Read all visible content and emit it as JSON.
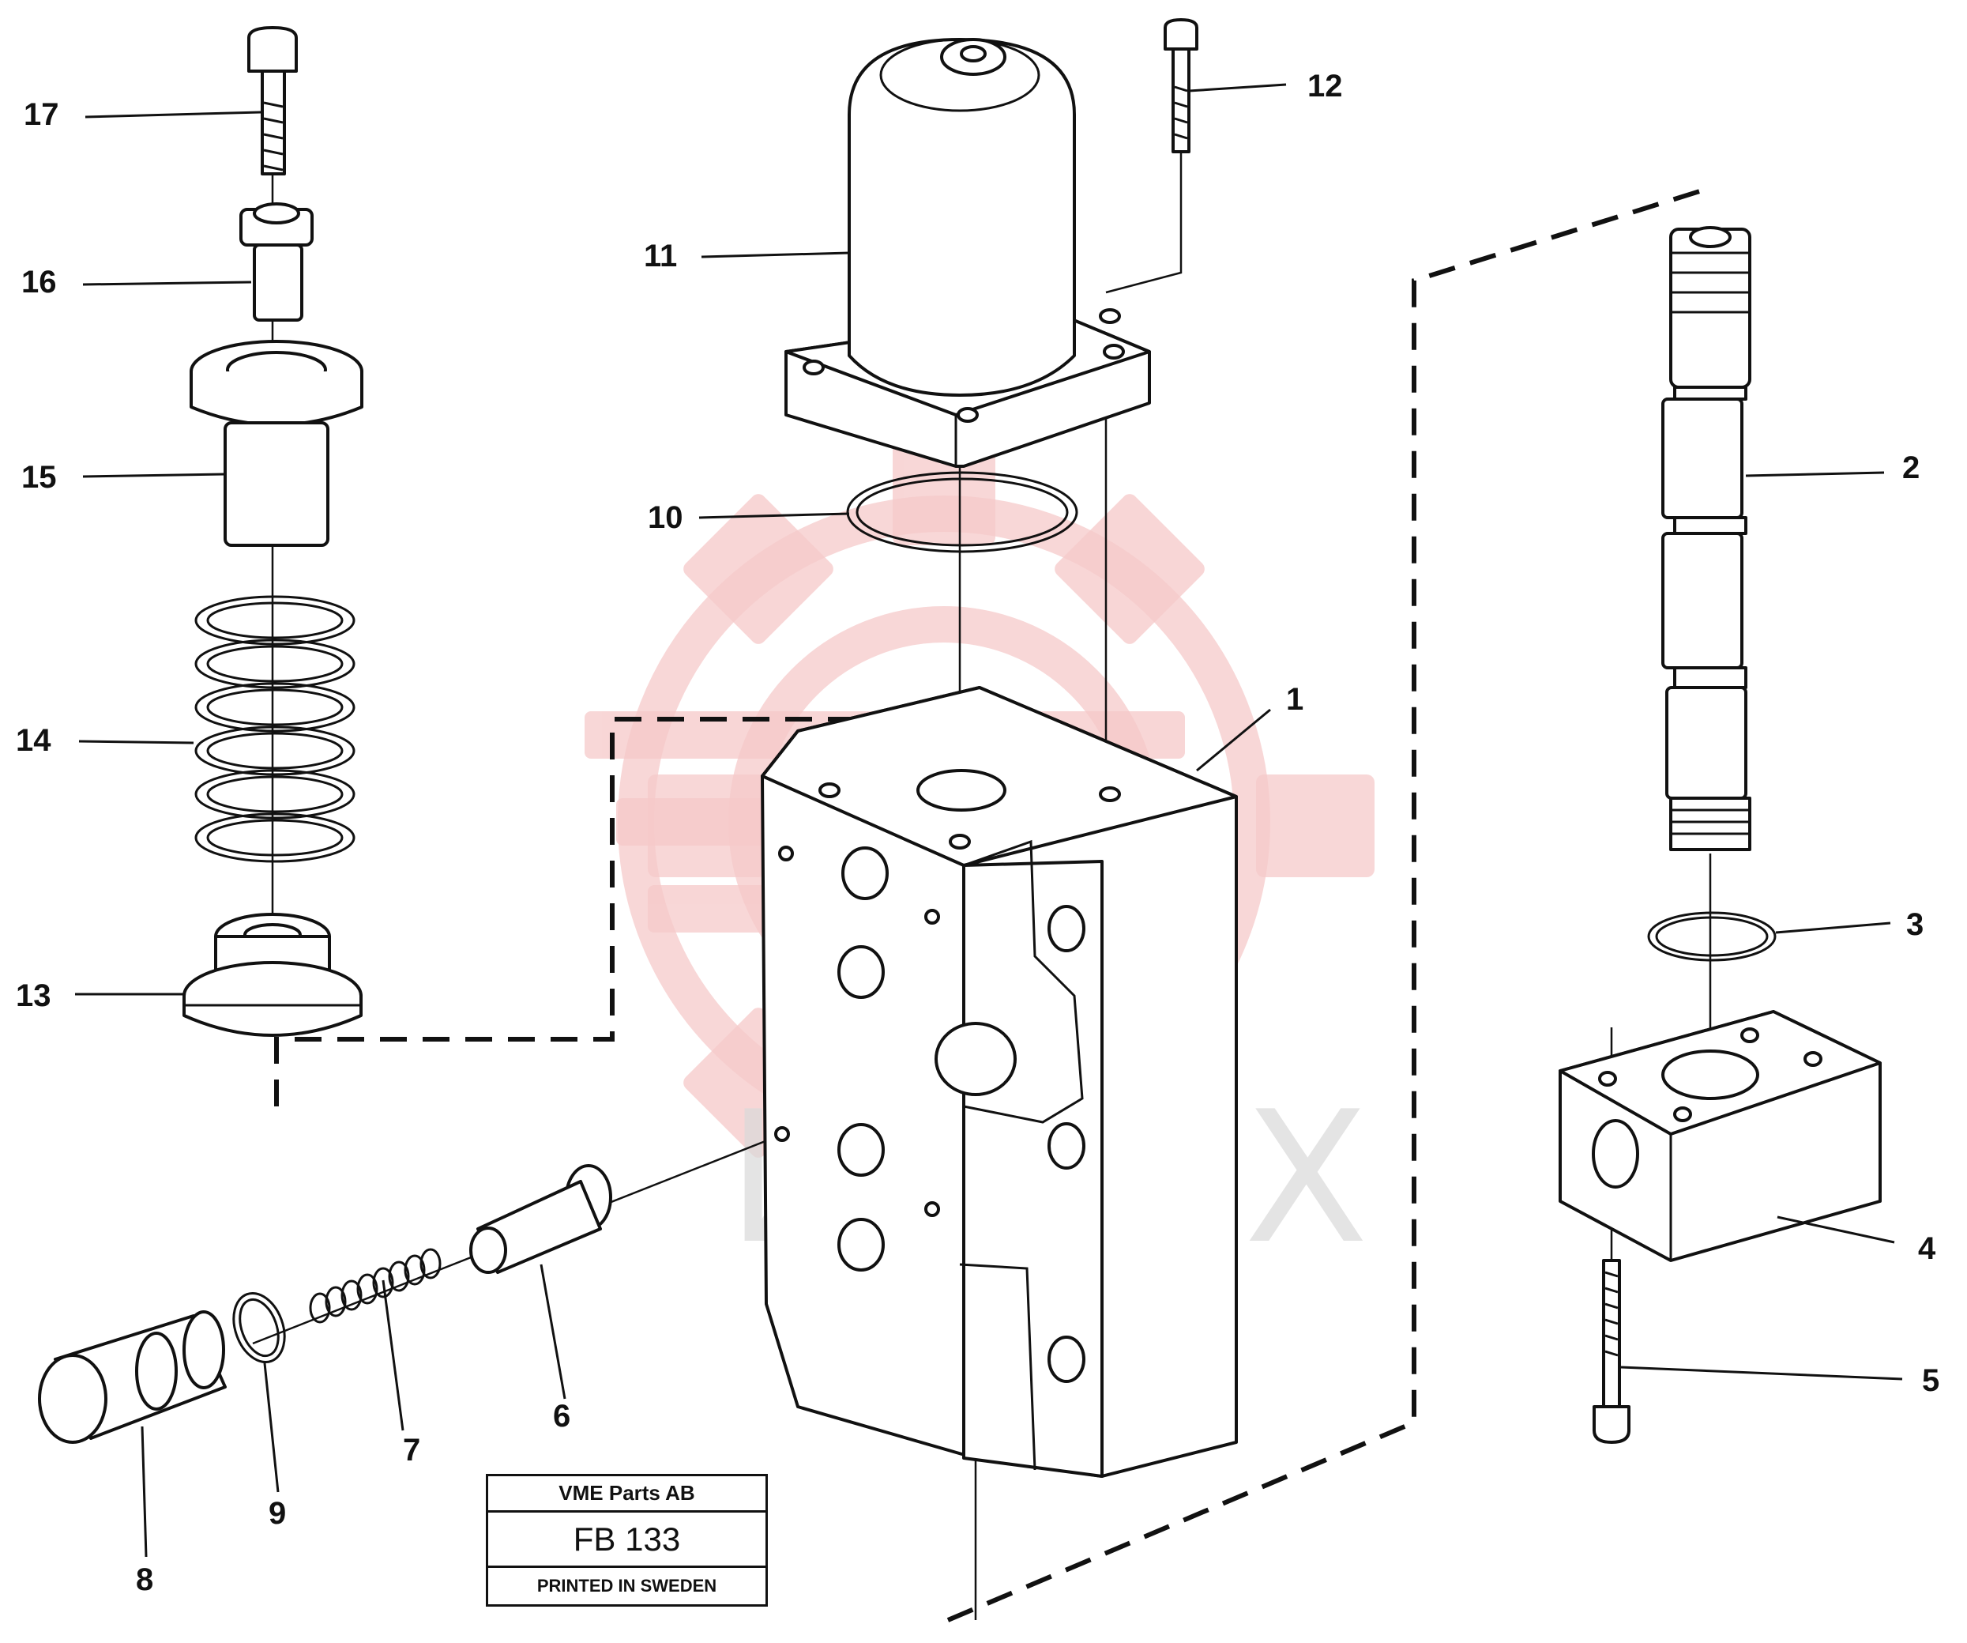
{
  "diagram": {
    "watermark": "ИНТЕХ",
    "callouts": {
      "c1": "1",
      "c2": "2",
      "c3": "3",
      "c4": "4",
      "c5": "5",
      "c6": "6",
      "c7": "7",
      "c8": "8",
      "c9": "9",
      "c10": "10",
      "c11": "11",
      "c12": "12",
      "c13": "13",
      "c14": "14",
      "c15": "15",
      "c16": "16",
      "c17": "17"
    },
    "title_block": {
      "company": "VME Parts AB",
      "code": "FB 133",
      "printed": "PRINTED IN SWEDEN"
    },
    "colors": {
      "line": "#111111",
      "watermark": "#f6c9c9"
    }
  }
}
